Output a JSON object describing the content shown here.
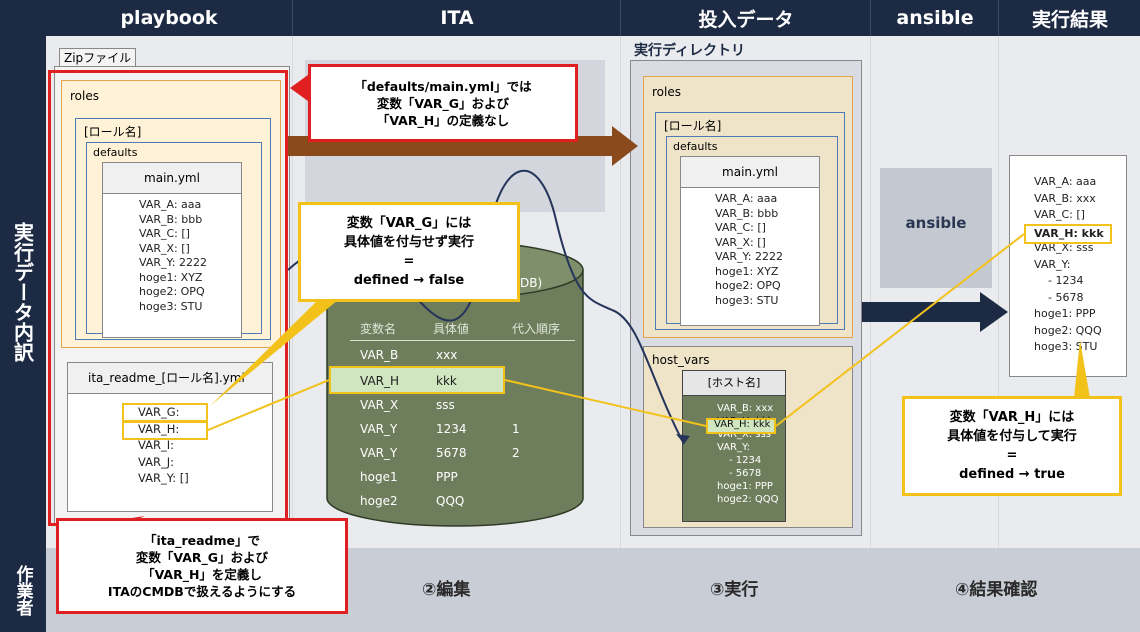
{
  "headers": [
    "playbook",
    "ITA",
    "投入データ",
    "ansible",
    "実行結果"
  ],
  "side_labels": {
    "top": "実行データ内訳",
    "bottom": "作業者"
  },
  "steps": [
    "②編集",
    "③実行",
    "④結果確認"
  ],
  "playbook": {
    "zip_label": "Zipファイル",
    "roles_label": "roles",
    "role_name_label": "[ロール名]",
    "defaults_label": "defaults",
    "main_yml_title": "main.yml",
    "main_yml_lines": [
      "VAR_A: aaa",
      "VAR_B: bbb",
      "VAR_C: []",
      "VAR_X: []",
      "VAR_Y: 2222",
      "hoge1: XYZ",
      "hoge2: OPQ",
      "hoge3: STU"
    ],
    "readme_title": "ita_readme_[ロール名].yml",
    "readme_lines": [
      "VAR_G:",
      "VAR_H:",
      "VAR_I:",
      "VAR_J:",
      "VAR_Y: []"
    ]
  },
  "cmdb": {
    "title_partial": "DB)",
    "columns": [
      "変数名",
      "具体値",
      "代入順序"
    ],
    "rows": [
      {
        "name": "VAR_B",
        "value": "xxx",
        "order": ""
      },
      {
        "name": "VAR_H",
        "value": "kkk",
        "order": ""
      },
      {
        "name": "VAR_X",
        "value": "sss",
        "order": ""
      },
      {
        "name": "VAR_Y",
        "value": "1234",
        "order": "1"
      },
      {
        "name": "VAR_Y",
        "value": "5678",
        "order": "2"
      },
      {
        "name": "hoge1",
        "value": "PPP",
        "order": ""
      },
      {
        "name": "hoge2",
        "value": "QQQ",
        "order": ""
      }
    ]
  },
  "input": {
    "exec_dir_label": "実行ディレクトリ",
    "roles_label": "roles",
    "role_name_label": "[ロール名]",
    "defaults_label": "defaults",
    "main_yml_title": "main.yml",
    "main_yml_lines": [
      "VAR_A: aaa",
      "VAR_B: bbb",
      "VAR_C: []",
      "VAR_X: []",
      "VAR_Y: 2222",
      "hoge1: XYZ",
      "hoge2: OPQ",
      "hoge3: STU"
    ],
    "host_vars_label": "host_vars",
    "host_name_label": "[ホスト名]",
    "host_lines": [
      "VAR_B: xxx",
      "VAR_H: kkk",
      "VAR_X: sss",
      "VAR_Y:",
      "- 1234",
      "- 5678",
      "hoge1: PPP",
      "hoge2: QQQ"
    ]
  },
  "ansible_label": "ansible",
  "result": {
    "lines": [
      "VAR_A: aaa",
      "VAR_B: xxx",
      "VAR_C: []",
      "VAR_H: kkk",
      "VAR_X: sss",
      "VAR_Y:",
      "- 1234",
      "- 5678",
      "hoge1: PPP",
      "hoge2: QQQ",
      "hoge3: STU"
    ]
  },
  "callouts": {
    "defaults_note": [
      "「defaults/main.yml」では",
      "変数「VAR_G」および",
      "「VAR_H」の定義なし"
    ],
    "var_g_note": [
      "変数「VAR_G」には",
      "具体値を付与せず実行",
      "=",
      "defined → false"
    ],
    "var_h_note": [
      "変数「VAR_H」には",
      "具体値を付与して実行",
      "=",
      "defined → true"
    ],
    "readme_note": [
      "「ita_readme」で",
      "変数「VAR_G」および",
      "「VAR_H」を定義し",
      "ITAのCMDBで扱えるようにする"
    ]
  },
  "colors": {
    "header": "#1d2a44",
    "callout_red": "#e02020",
    "callout_yellow": "#f2c21b",
    "arrow_brown": "#8a4a1c",
    "cmdb_green": "#6e7e5c",
    "highlight_green": "#cfe6c0"
  }
}
